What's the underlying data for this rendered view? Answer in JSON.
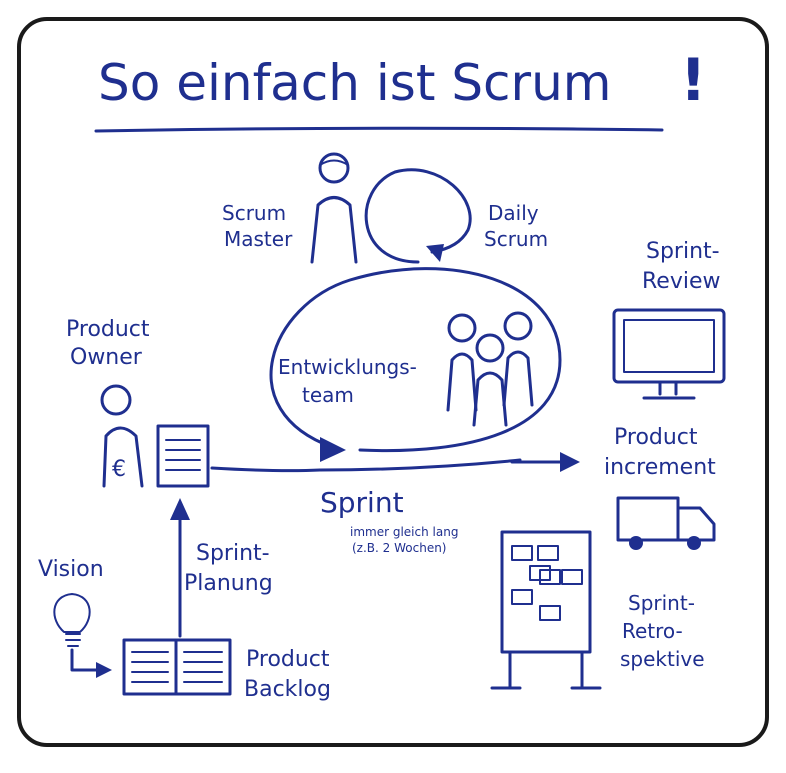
{
  "title": "So einfach ist Scrum",
  "exclamation": "!",
  "labels": {
    "scrum_master": [
      "Scrum",
      "Master"
    ],
    "daily_scrum": [
      "Daily",
      "Scrum"
    ],
    "product_owner": [
      "Product",
      "Owner"
    ],
    "dev_team": [
      "Entwicklungs-",
      "team"
    ],
    "sprint_review": [
      "Sprint-",
      "Review"
    ],
    "product_increment": [
      "Product",
      "increment"
    ],
    "sprint": "Sprint",
    "sprint_note": [
      "immer gleich lang",
      "(z.B. 2 Wochen)"
    ],
    "sprint_planning": [
      "Sprint-",
      "Planung"
    ],
    "vision": "Vision",
    "product_backlog": [
      "Product",
      "Backlog"
    ],
    "sprint_retro": [
      "Sprint-",
      "Retro-",
      "spektive"
    ],
    "euro_symbol": "€"
  },
  "colors": {
    "ink": "#1f2f8f",
    "frame": "#1a1a1a",
    "background": "#ffffff"
  },
  "icons": [
    "scrum-master-figure",
    "daily-scrum-loop",
    "product-owner-figure",
    "euro-icon",
    "document-icon",
    "team-figures",
    "monitor-icon",
    "truck-icon",
    "taskboard-icon",
    "lightbulb-icon",
    "open-book-icon"
  ]
}
